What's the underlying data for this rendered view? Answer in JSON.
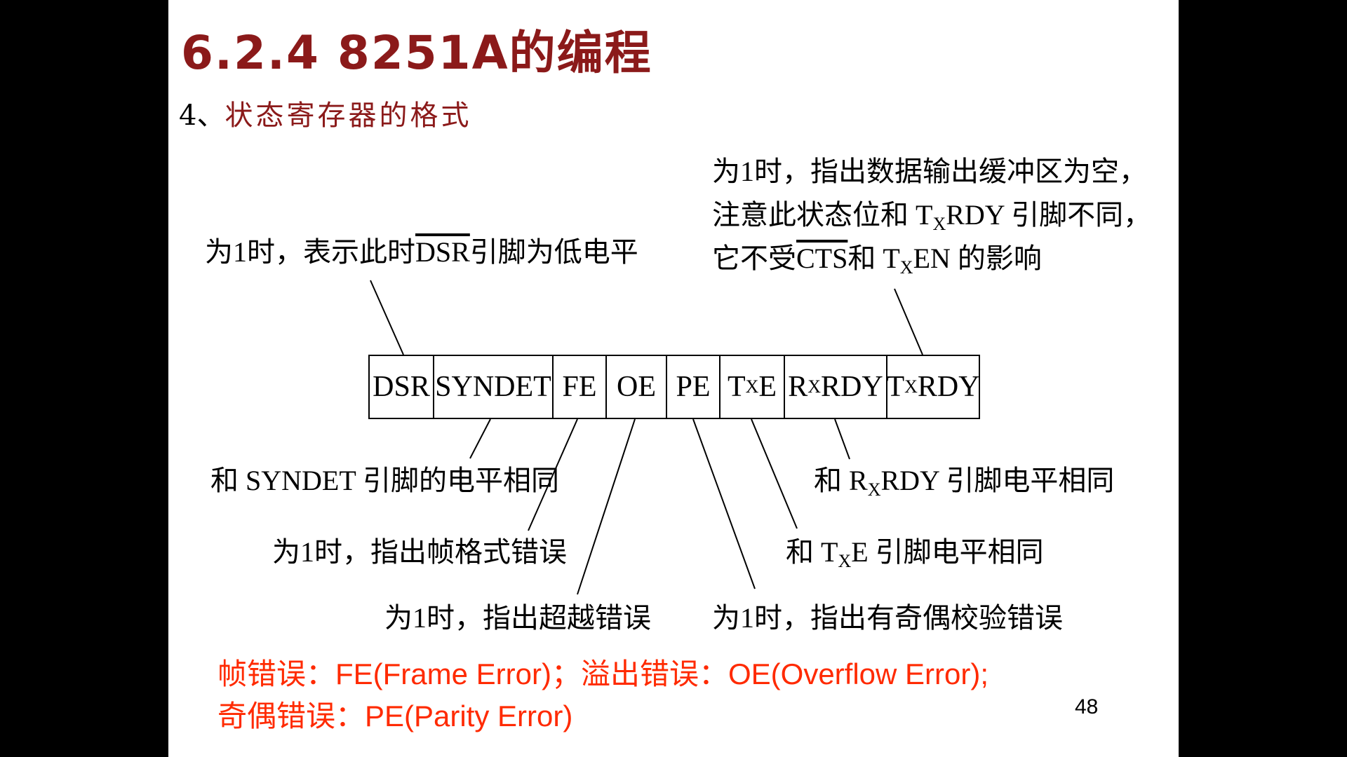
{
  "title": "6.2.4 8251A的编程",
  "subtitle": {
    "number": "4、",
    "text": "状态寄存器的格式"
  },
  "register_bits": [
    {
      "pre": "DSR",
      "sub": "",
      "post": ""
    },
    {
      "pre": "SYNDET",
      "sub": "",
      "post": ""
    },
    {
      "pre": "FE",
      "sub": "",
      "post": ""
    },
    {
      "pre": "OE",
      "sub": "",
      "post": ""
    },
    {
      "pre": "PE",
      "sub": "",
      "post": ""
    },
    {
      "pre": "T",
      "sub": "X",
      "post": "E"
    },
    {
      "pre": "R",
      "sub": "X",
      "post": "RDY"
    },
    {
      "pre": "T",
      "sub": "X",
      "post": "RDY"
    }
  ],
  "annotations": {
    "dsr": {
      "pre": "为1时，表示此时",
      "signal": "DSR",
      "post": "引脚为低电平"
    },
    "txrdy": {
      "line1": "为1时，指出数据输出缓冲区为空，",
      "line2_pre": "注意此状态位和 T",
      "line2_sub": "X",
      "line2_post": "RDY 引脚不同，",
      "line3_pre": "它不受",
      "line3_signal": "CTS",
      "line3_mid": "和 T",
      "line3_sub": "X",
      "line3_post": "EN 的影响"
    },
    "syndet": "和 SYNDET 引脚的电平相同",
    "rxrdy": {
      "pre": "和 R",
      "sub": "X",
      "post": "RDY 引脚电平相同"
    },
    "fe": "为1时，指出帧格式错误",
    "txe": {
      "pre": "和 T",
      "sub": "X",
      "post": "E 引脚电平相同"
    },
    "oe": "为1时，指出超越错误",
    "pe": "为1时，指出有奇偶校验错误"
  },
  "note": {
    "line1": "帧错误：FE(Frame Error)；溢出错误：OE(Overflow Error);",
    "line2": "奇偶错误：PE(Parity Error)"
  },
  "page_number": "48"
}
